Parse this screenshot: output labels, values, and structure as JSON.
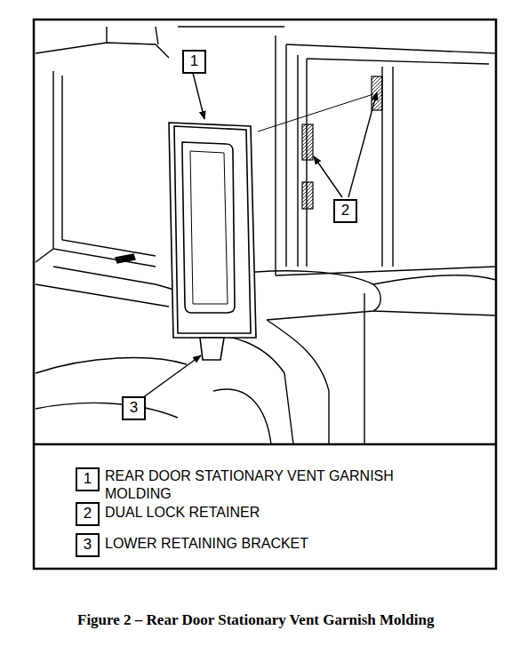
{
  "diagram": {
    "caption": "Figure 2 – Rear Door Stationary Vent Garnish Molding",
    "nodes": [
      {
        "text": [
          "1"
        ]
      },
      {
        "text": [
          "2"
        ]
      },
      {
        "text": [
          "3"
        ]
      },
      {
        "text": [
          "1"
        ]
      },
      {
        "text": [
          "2"
        ]
      },
      {
        "text": [
          "3"
        ]
      }
    ],
    "labels": [
      "REAR DOOR STATIONARY VENT GARNISH MOLDING",
      "DUAL LOCK RETAINER",
      "LOWER RETAINING BRACKET"
    ]
  }
}
